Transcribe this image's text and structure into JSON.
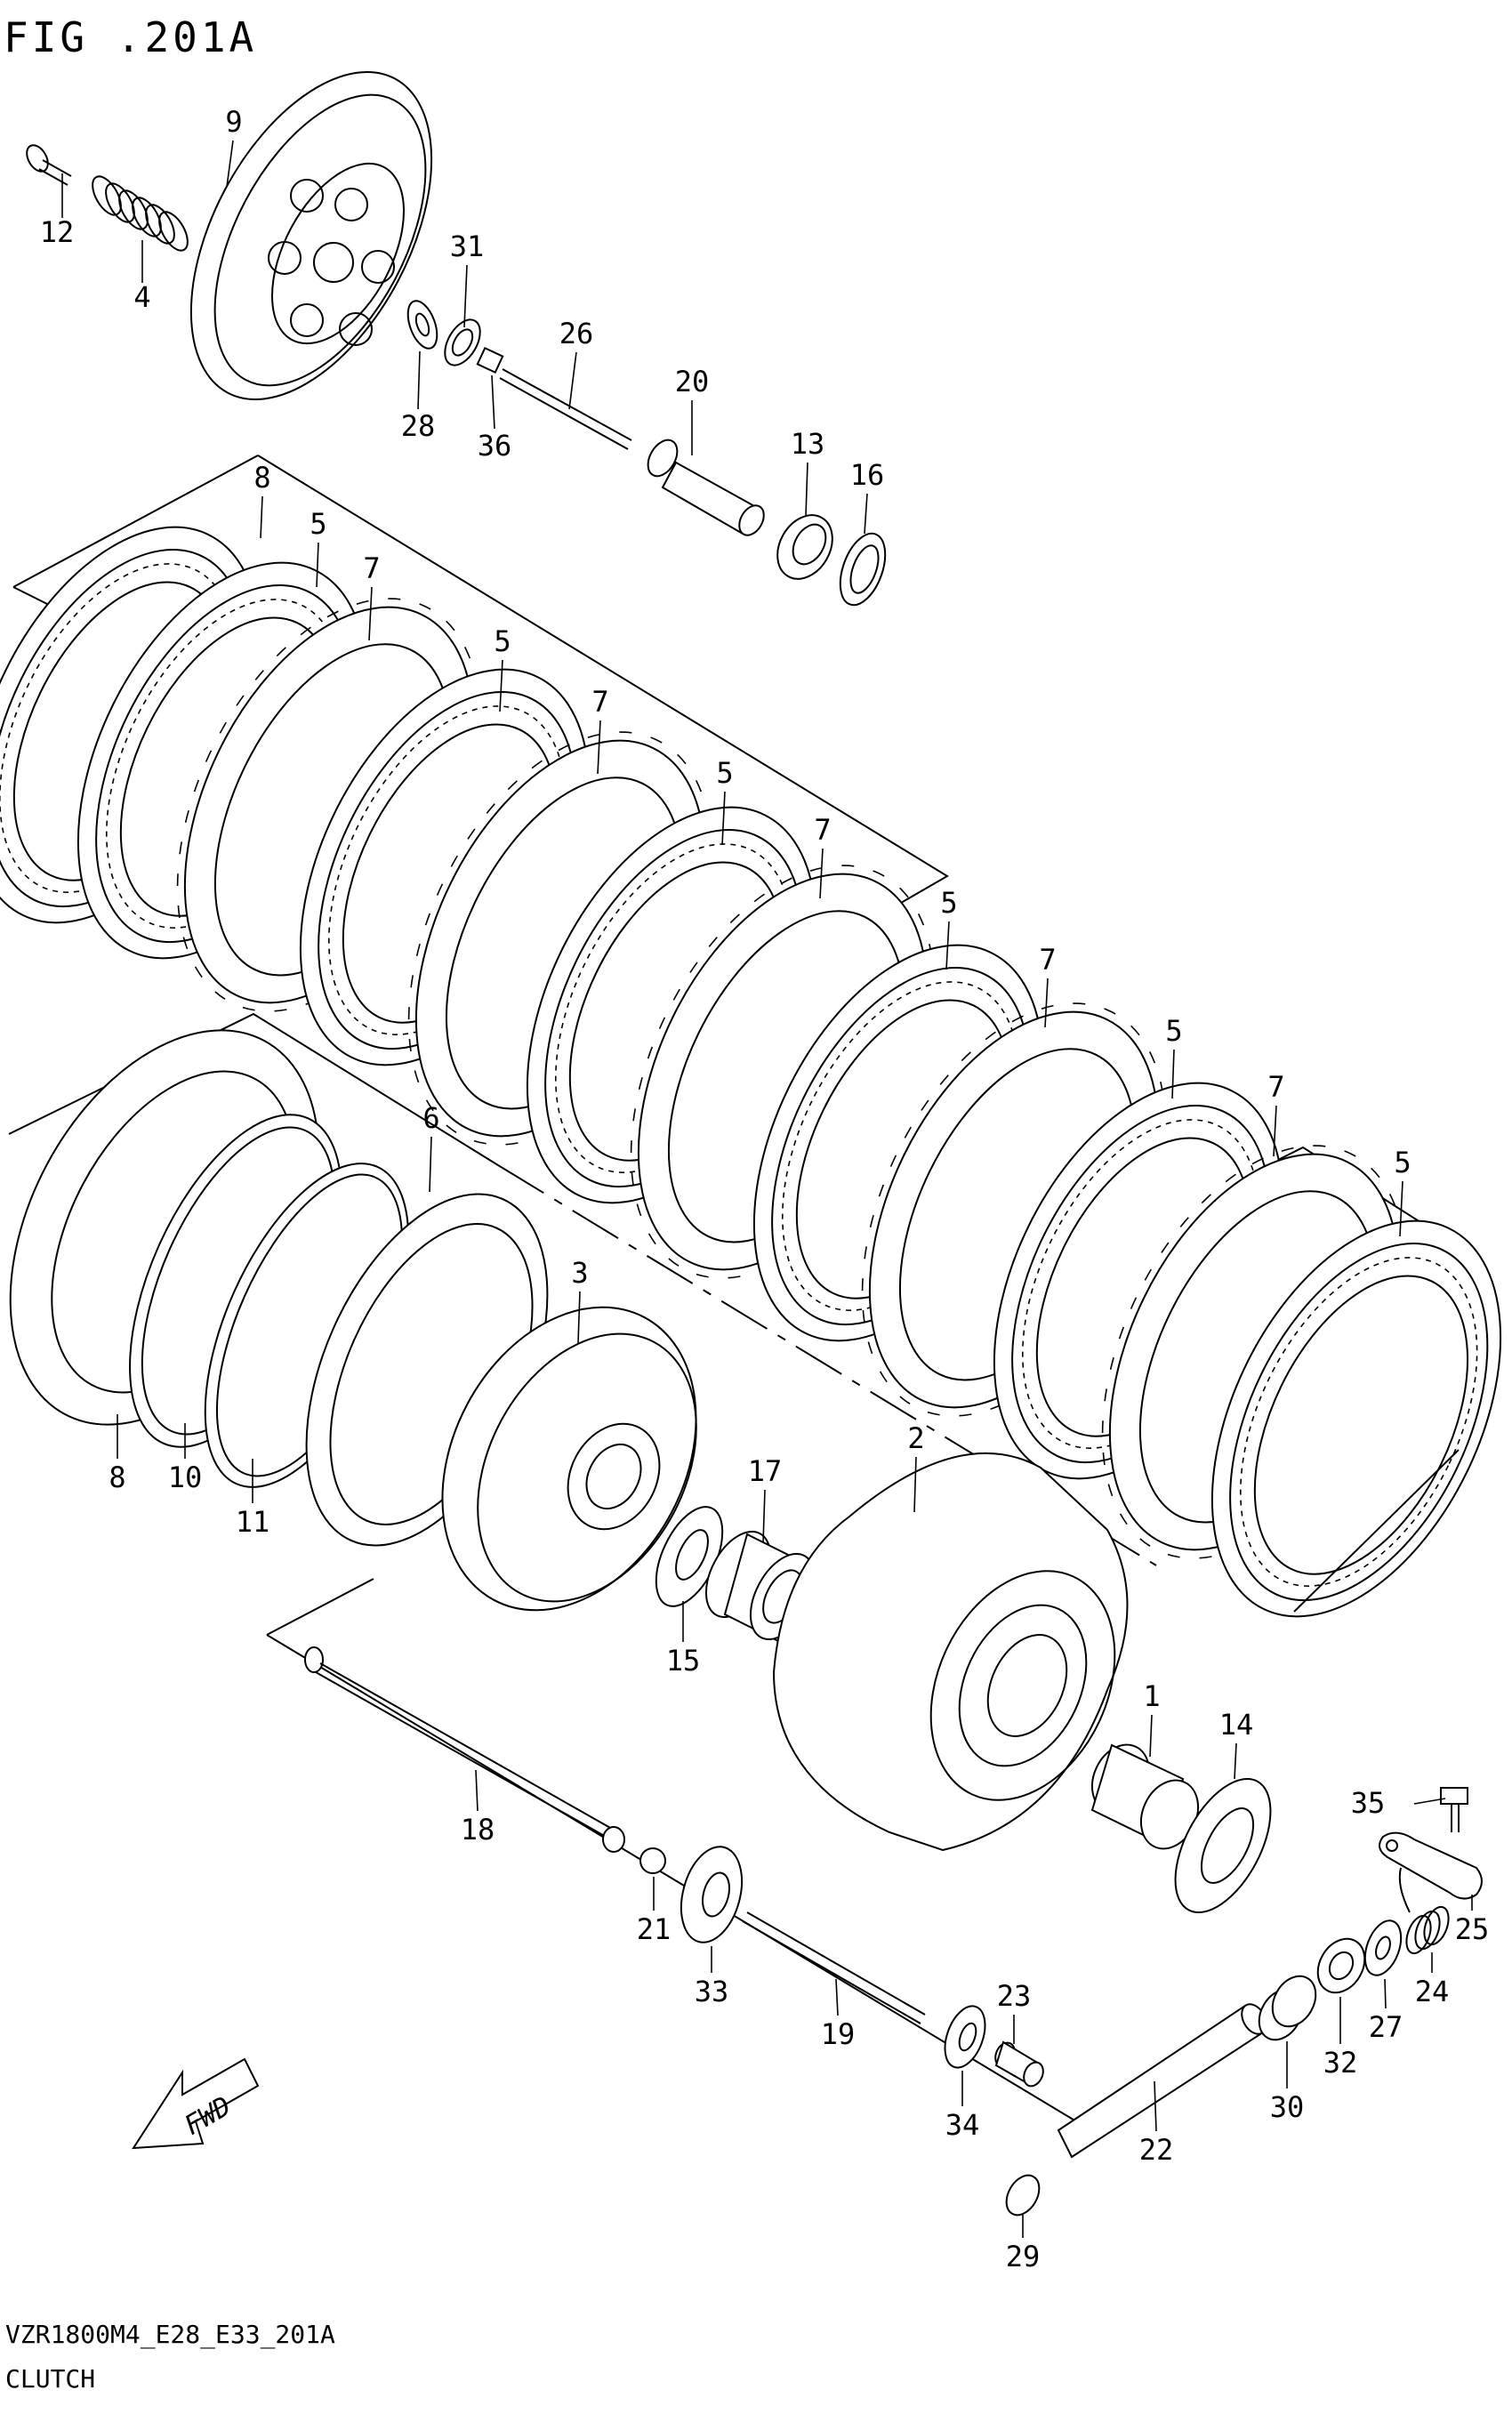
{
  "figure": {
    "title": "FIG .201A",
    "code": "VZR1800M4_E28_E33_201A",
    "name": "CLUTCH",
    "fwd_label": "FWD"
  },
  "callouts": [
    {
      "n": "9",
      "label": "9"
    },
    {
      "n": "12",
      "label": "12"
    },
    {
      "n": "4",
      "label": "4"
    },
    {
      "n": "31",
      "label": "31"
    },
    {
      "n": "26",
      "label": "26"
    },
    {
      "n": "28",
      "label": "28"
    },
    {
      "n": "36",
      "label": "36"
    },
    {
      "n": "20",
      "label": "20"
    },
    {
      "n": "13",
      "label": "13"
    },
    {
      "n": "16",
      "label": "16"
    },
    {
      "n": "8a",
      "label": "8"
    },
    {
      "n": "5a",
      "label": "5"
    },
    {
      "n": "7a",
      "label": "7"
    },
    {
      "n": "5b",
      "label": "5"
    },
    {
      "n": "7b",
      "label": "7"
    },
    {
      "n": "5c",
      "label": "5"
    },
    {
      "n": "7c",
      "label": "7"
    },
    {
      "n": "5d",
      "label": "5"
    },
    {
      "n": "7d",
      "label": "7"
    },
    {
      "n": "5e",
      "label": "5"
    },
    {
      "n": "7e",
      "label": "7"
    },
    {
      "n": "5f",
      "label": "5"
    },
    {
      "n": "6",
      "label": "6"
    },
    {
      "n": "3",
      "label": "3"
    },
    {
      "n": "8b",
      "label": "8"
    },
    {
      "n": "10",
      "label": "10"
    },
    {
      "n": "11",
      "label": "11"
    },
    {
      "n": "2",
      "label": "2"
    },
    {
      "n": "17",
      "label": "17"
    },
    {
      "n": "15",
      "label": "15"
    },
    {
      "n": "1",
      "label": "1"
    },
    {
      "n": "14",
      "label": "14"
    },
    {
      "n": "18",
      "label": "18"
    },
    {
      "n": "35",
      "label": "35"
    },
    {
      "n": "21",
      "label": "21"
    },
    {
      "n": "33",
      "label": "33"
    },
    {
      "n": "25",
      "label": "25"
    },
    {
      "n": "24",
      "label": "24"
    },
    {
      "n": "27",
      "label": "27"
    },
    {
      "n": "32",
      "label": "32"
    },
    {
      "n": "19",
      "label": "19"
    },
    {
      "n": "23",
      "label": "23"
    },
    {
      "n": "30",
      "label": "30"
    },
    {
      "n": "22",
      "label": "22"
    },
    {
      "n": "34",
      "label": "34"
    },
    {
      "n": "29",
      "label": "29"
    }
  ]
}
